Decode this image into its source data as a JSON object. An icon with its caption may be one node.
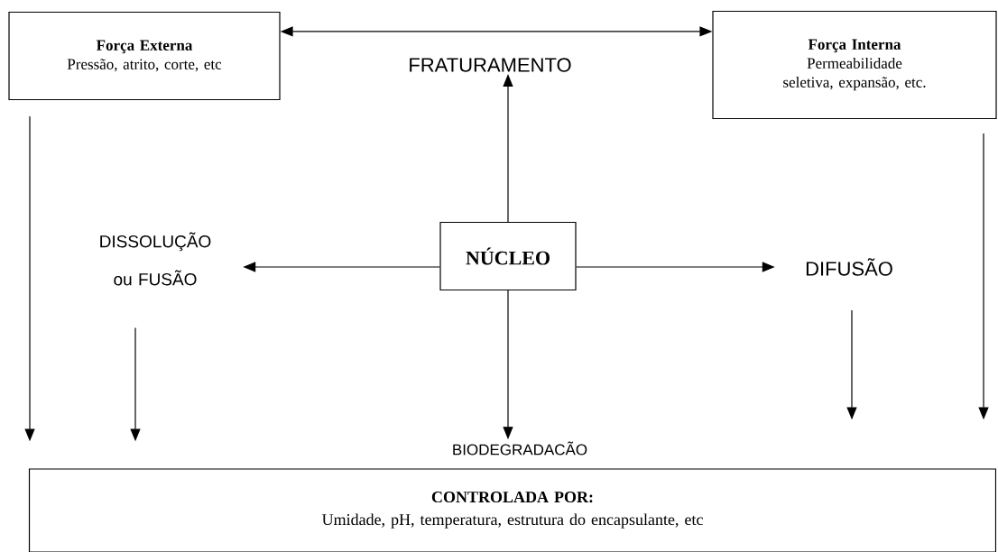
{
  "diagram": {
    "nodes": [
      {
        "text": [
          "Força Externa",
          "Pressão, atrito, corte, etc"
        ]
      },
      {
        "text": [
          "FRATURAMENTO"
        ]
      },
      {
        "text": [
          "Força Interna",
          "Permeabilidade seletiva, expansão, etc."
        ]
      },
      {
        "text": [
          "DISSOLUÇÃO ou FUSÃO"
        ]
      },
      {
        "text": [
          "NÚCLEO"
        ]
      },
      {
        "text": [
          "DIFUSÃO"
        ]
      },
      {
        "text": [
          "BIODEGRADACÃO"
        ]
      },
      {
        "text": [
          "CONTROLADA POR:",
          "Umidade, pH, temperatura, estrutura do encapsulante, etc"
        ]
      }
    ],
    "edges": [
      {
        "from": 0,
        "to": 2,
        "arrow": "both"
      },
      {
        "from": 4,
        "to": 1,
        "arrow": "to"
      },
      {
        "from": 4,
        "to": 3,
        "arrow": "to"
      },
      {
        "from": 4,
        "to": 5,
        "arrow": "to"
      },
      {
        "from": 4,
        "to": 6,
        "arrow": "to"
      },
      {
        "from": 0,
        "to": 7,
        "arrow": "to"
      },
      {
        "from": 3,
        "to": 7,
        "arrow": "to"
      },
      {
        "from": 5,
        "to": 7,
        "arrow": "to"
      },
      {
        "from": 2,
        "to": 7,
        "arrow": "to"
      }
    ]
  }
}
